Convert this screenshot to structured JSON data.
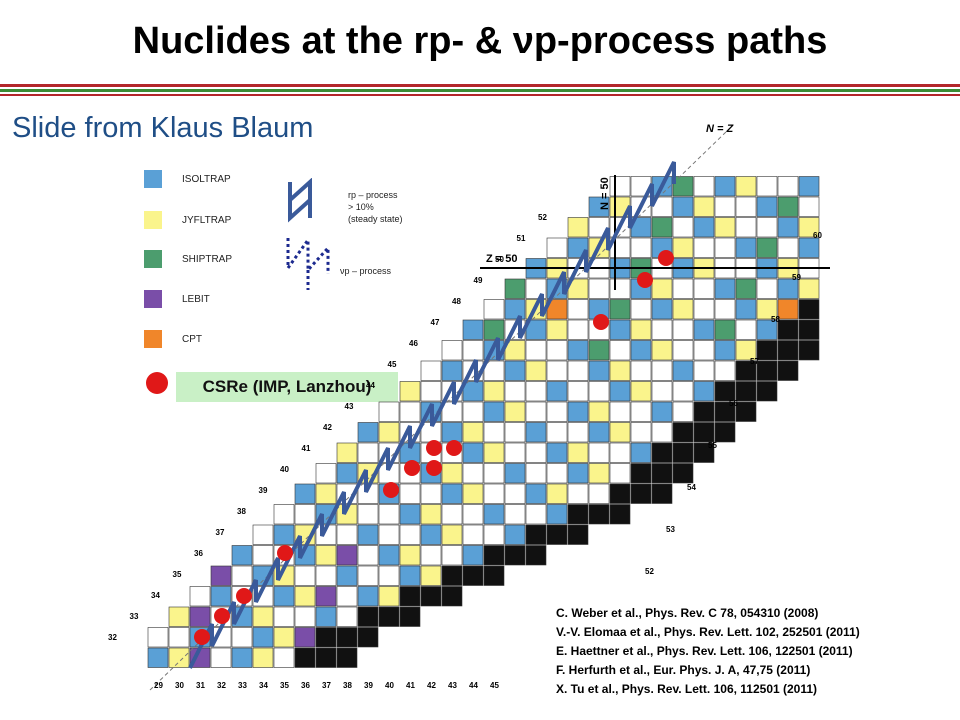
{
  "title": "Nuclides at the rp- & νp-process paths",
  "subtitle": "Slide from Klaus Blaum",
  "legend": {
    "traps": [
      {
        "label": "ISOLTRAP",
        "color": "#5aa0d6"
      },
      {
        "label": "JYFLTRAP",
        "color": "#faf48c"
      },
      {
        "label": "SHIPTRAP",
        "color": "#4c9d6e"
      },
      {
        "label": "LEBIT",
        "color": "#7a4ea8"
      },
      {
        "label": "CPT",
        "color": "#f0862a"
      }
    ],
    "csre_label": "CSRe (IMP, Lanzhou)",
    "csre_color": "#e01818",
    "rp_lines": [
      "rp – process",
      "> 10%",
      "(steady state)"
    ],
    "nup_label": "νp – process"
  },
  "chart_labels": {
    "nz": "N = Z",
    "n50": "N = 50",
    "z50": "Z = 50"
  },
  "z_labels": [
    "32",
    "33",
    "34",
    "35",
    "36",
    "37",
    "38",
    "39",
    "40",
    "41",
    "42",
    "43",
    "44",
    "45",
    "46",
    "47",
    "48",
    "49",
    "50",
    "51",
    "52"
  ],
  "n_labels": [
    "29",
    "30",
    "31",
    "32",
    "33",
    "34",
    "35",
    "36",
    "37",
    "38",
    "39",
    "40",
    "41",
    "42",
    "43",
    "44",
    "45",
    "52",
    "53",
    "54",
    "55",
    "56",
    "57",
    "58",
    "59",
    "60"
  ],
  "references": [
    "C. Weber et al., Phys. Rev. C 78, 054310 (2008)",
    "V.-V. Elomaa et al., Phys. Rev. Lett. 102, 252501 (2011)",
    "E. Haettner et al., Phys. Rev. Lett. 106, 122501 (2011)",
    "F. Herfurth et al., Eur. Phys. J. A, 47,75 (2011)",
    "X. Tu et al., Phys. Rev. Lett. 106, 112501 (2011)"
  ]
}
